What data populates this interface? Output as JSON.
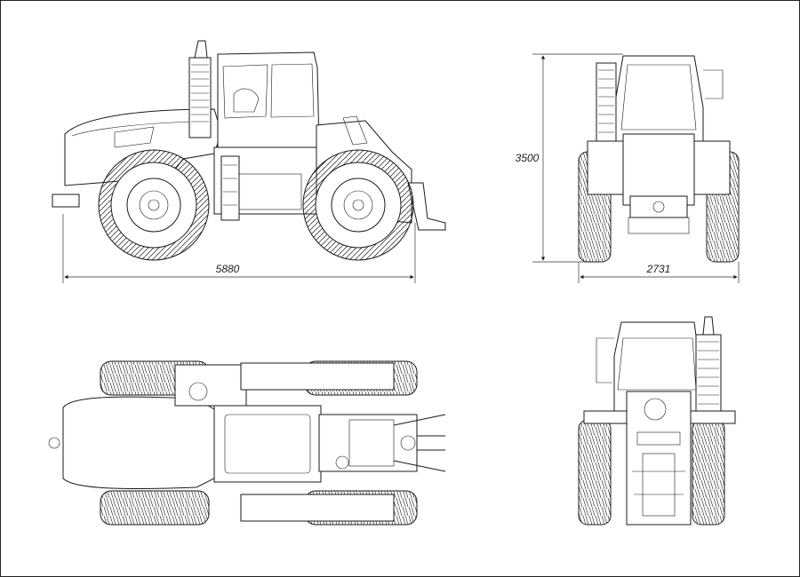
{
  "drawing": {
    "views": [
      "side-view",
      "rear-view-top",
      "top-view",
      "front-view-bottom"
    ],
    "dimensions": {
      "overall_length": "5880",
      "overall_height": "3500",
      "overall_width": "2731"
    },
    "colors": {
      "line": "#1a1a1a",
      "background": "#ffffff"
    }
  }
}
